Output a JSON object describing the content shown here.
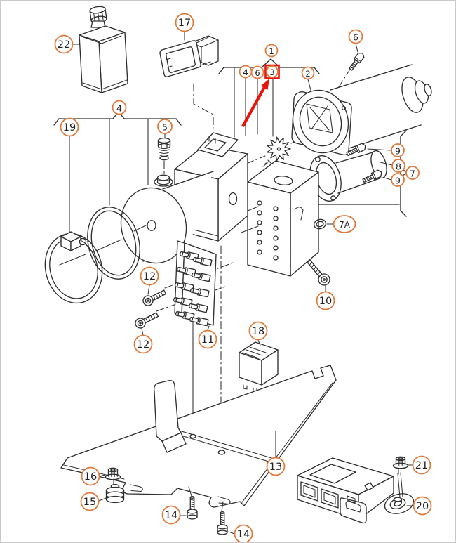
{
  "window": {
    "background": "#ffffff",
    "frame_color": "#c9c9c9"
  },
  "diagram": {
    "type": "exploded-parts-diagram",
    "line_color": "#2f2f2f",
    "callout_ring_color": "#e0793c",
    "callout_text_color": "#222222",
    "highlight_color": "#e8140c",
    "callouts": {
      "c1": "1",
      "c2": "2",
      "c3": "3",
      "c4_top": "4",
      "c6_top": "6",
      "c4_group": "4",
      "c5": "5",
      "c6_motor": "6",
      "c7": "7",
      "c7a": "7A",
      "c8": "8",
      "c9_upper": "9",
      "c9_lower": "9",
      "c10": "10",
      "c11": "11",
      "c12_upper": "12",
      "c12_lower": "12",
      "c13": "13",
      "c14_left": "14",
      "c14_right": "14",
      "c15": "15",
      "c16": "16",
      "c17": "17",
      "c18": "18",
      "c19": "19",
      "c20": "20",
      "c21": "21",
      "c22": "22"
    }
  }
}
